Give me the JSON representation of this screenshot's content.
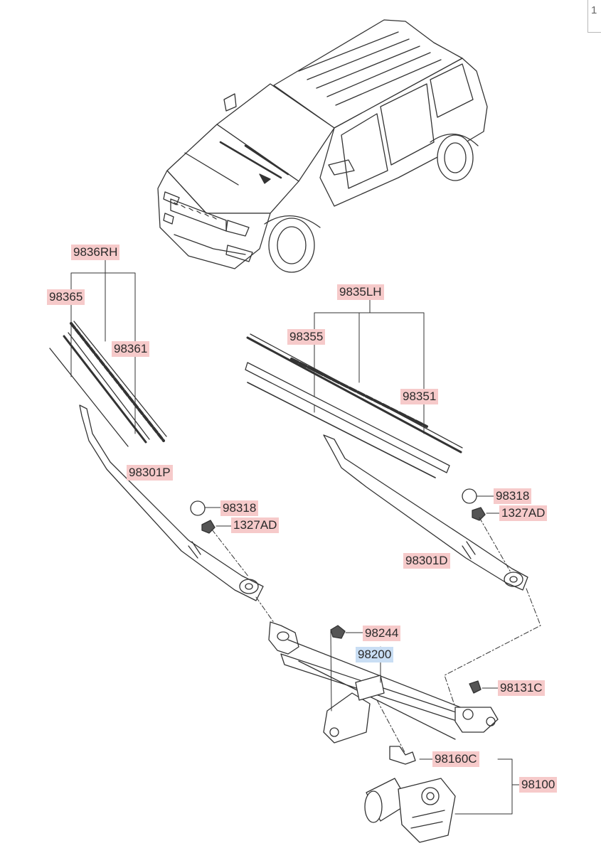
{
  "page": {
    "corner_text": "1"
  },
  "callouts": {
    "c9836RH": "9836RH",
    "c98365": "98365",
    "c98361": "98361",
    "c9835LH": "9835LH",
    "c98355": "98355",
    "c98351": "98351",
    "c98301P": "98301P",
    "c98318_left": "98318",
    "c1327AD_left": "1327AD",
    "c98318_right": "98318",
    "c1327AD_right": "1327AD",
    "c98301D": "98301D",
    "c98244": "98244",
    "c98200": "98200",
    "c98131C": "98131C",
    "c98160C": "98160C",
    "c98100": "98100"
  },
  "selected_part": "98200",
  "colors": {
    "callout_bg": "#f6caca",
    "selected_bg": "#c9def4",
    "line": "#333333"
  }
}
